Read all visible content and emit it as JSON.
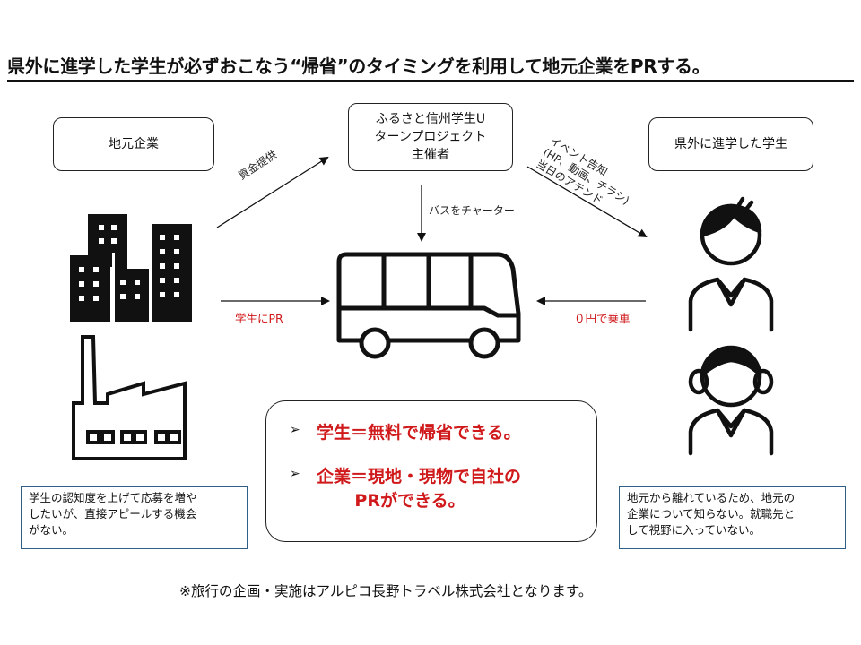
{
  "title": "県外に進学した学生が必ずおこなう“帰省”のタイミングを利用して地元企業をPRする。",
  "nodes": {
    "company": "地元企業",
    "organizer": [
      "ふるさと信州学生U",
      "ターンプロジェクト",
      "主催者"
    ],
    "students": "県外に進学した学生"
  },
  "arrows": {
    "funding": "資金提供",
    "charter": "バスをチャーター",
    "pr_to_students": "学生にPR",
    "free_ride": "０円で乗車",
    "event_notice": [
      "イベント告知",
      "(HP、動画、チラシ)",
      "当日のアテンド"
    ]
  },
  "benefits": {
    "line1": "学生＝無料で帰省できる。",
    "line2a": "企業＝現地・現物で自社の",
    "line2b": "PRができる。"
  },
  "notes": {
    "company": [
      "学生の認知度を上げて応募を増や",
      "したいが、直接アピールする機会",
      "がない。"
    ],
    "students": [
      "地元から離れているため、地元の",
      "企業について知らない。就職先と",
      "して視野に入っていない。"
    ]
  },
  "footer": "※旅行の企画・実施はアルピコ長野トラベル株式会社となります。",
  "colors": {
    "accent_red": "#d0191b",
    "note_border": "#2f5f86"
  }
}
